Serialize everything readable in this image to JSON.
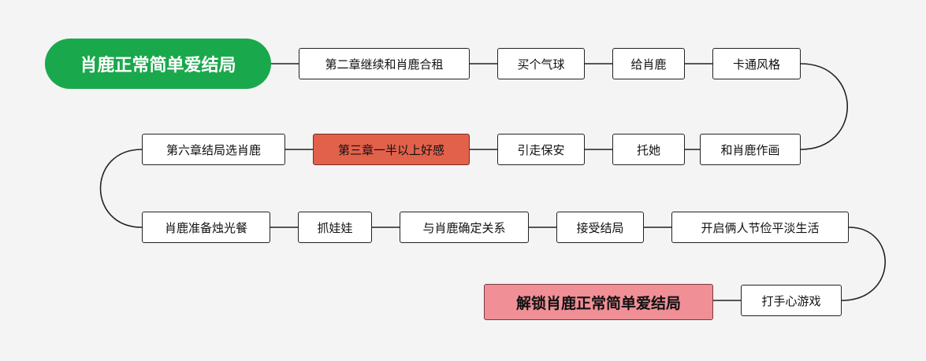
{
  "nodes": {
    "start": "肖鹿正常简单爱结局",
    "chapter2": "第二章继续和肖鹿合租",
    "buy_balloon": "买个气球",
    "give_xiaolu": "给肖鹿",
    "cartoon_style": "卡通风格",
    "paint_with_xiaolu": "和肖鹿作画",
    "hold_her": "托她",
    "lead_away_guard": "引走保安",
    "chapter3": "第三章一半以上好感",
    "chapter6": "第六章结局选肖鹿",
    "candlelight_dinner": "肖鹿准备烛光餐",
    "claw_machine": "抓娃娃",
    "confirm_relationship": "与肖鹿确定关系",
    "accept_ending": "接受结局",
    "frugal_life": "开启俩人节俭平淡生活",
    "handheld_game": "打手心游戏",
    "unlock_ending": "解锁肖鹿正常简单爱结局"
  },
  "colors": {
    "start_fill": "#1aa84c",
    "highlight_fill": "#e2614b",
    "end_fill": "#f08f96",
    "node_border": "#222222",
    "connector": "#222222",
    "background": "#f4f4f4"
  }
}
